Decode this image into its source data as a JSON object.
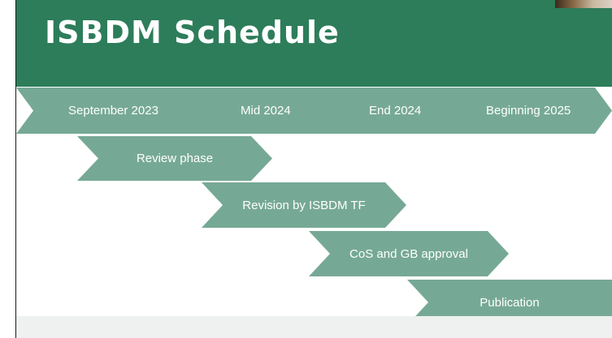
{
  "slide": {
    "title": "ISBDM Schedule",
    "timeline": [
      "September 2023",
      "Mid 2024",
      "End 2024",
      "Beginning 2025"
    ],
    "phases": [
      "Review phase",
      "Revision by ISBDM TF",
      "CoS and GB approval",
      "Publication"
    ]
  },
  "colors": {
    "header": "#2d7d5a",
    "arrow": "#76a995"
  }
}
